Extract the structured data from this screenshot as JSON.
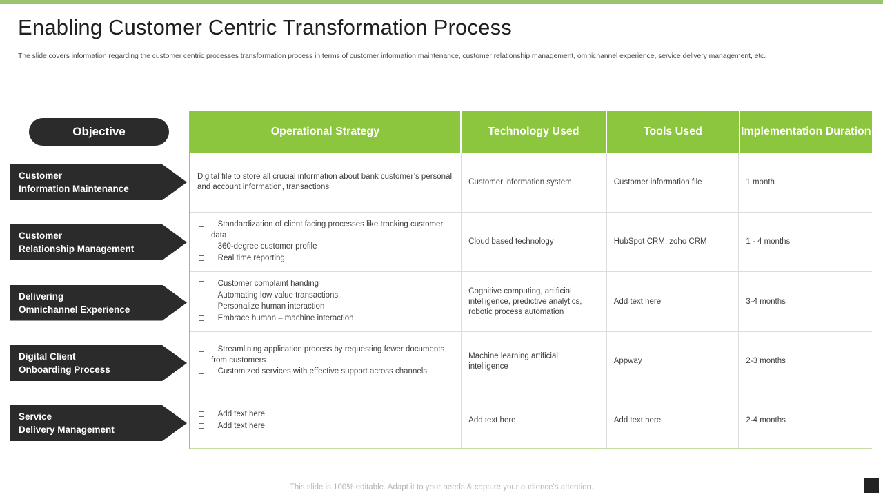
{
  "slide": {
    "title": "Enabling Customer Centric Transformation Process",
    "subtitle": "The slide covers information regarding the customer centric processes transformation process in terms of customer information maintenance, customer relationship management, omnichannel experience, service delivery management, etc.",
    "footer": "This slide is 100% editable. Adapt it to your needs & capture your audience’s attention."
  },
  "colors": {
    "accent_green": "#8CC63E",
    "top_bar_green": "#9CC46F",
    "dark": "#2b2b2b",
    "body_text": "#404040"
  },
  "objective": {
    "label": "Objective"
  },
  "table": {
    "headers": [
      "Operational Strategy",
      "Technology Used",
      "Tools Used",
      "Implementation Duration"
    ],
    "rows": [
      {
        "objective_line1": "Customer",
        "objective_line2": "Information Maintenance",
        "strategy_type": "paragraph",
        "strategy_text": "Digital file to store all crucial information  about bank customer’s personal and account information, transactions",
        "strategy_bullets": [],
        "technology": "Customer information  system",
        "tools": "Customer information  file",
        "duration": "1 month"
      },
      {
        "objective_line1": "Customer",
        "objective_line2": "Relationship Management",
        "strategy_type": "bullets",
        "strategy_text": "",
        "strategy_bullets": [
          "Standardization  of client facing processes like tracking customer data",
          "360-degree  customer profile",
          "Real time reporting"
        ],
        "technology": "Cloud based technology",
        "tools": "HubSpot CRM, zoho CRM",
        "duration": "1 - 4 months"
      },
      {
        "objective_line1": "Delivering",
        "objective_line2": "Omnichannel Experience",
        "strategy_type": "bullets",
        "strategy_text": "",
        "strategy_bullets": [
          "Customer complaint handing",
          "Automating low value  transactions",
          "Personalize human interaction",
          "Embrace human – machine interaction"
        ],
        "technology": "Cognitive  computing, artificial intelligence, predictive  analytics, robotic process automation",
        "tools": "Add text here",
        "duration": "3-4 months"
      },
      {
        "objective_line1": "Digital Client",
        "objective_line2": "Onboarding Process",
        "strategy_type": "bullets",
        "strategy_text": "",
        "strategy_bullets": [
          "Streamlining application process by requesting fewer documents from customers",
          "Customized services with effective  support across channels"
        ],
        "technology": "Machine learning artificial intelligence",
        "tools": "Appway",
        "duration": "2-3 months"
      },
      {
        "objective_line1": "Service",
        "objective_line2": "Delivery Management",
        "strategy_type": "bullets",
        "strategy_text": "",
        "strategy_bullets": [
          "Add text here",
          "Add text here"
        ],
        "technology": "Add text here",
        "tools": "Add text here",
        "duration": "2-4 months"
      }
    ]
  }
}
